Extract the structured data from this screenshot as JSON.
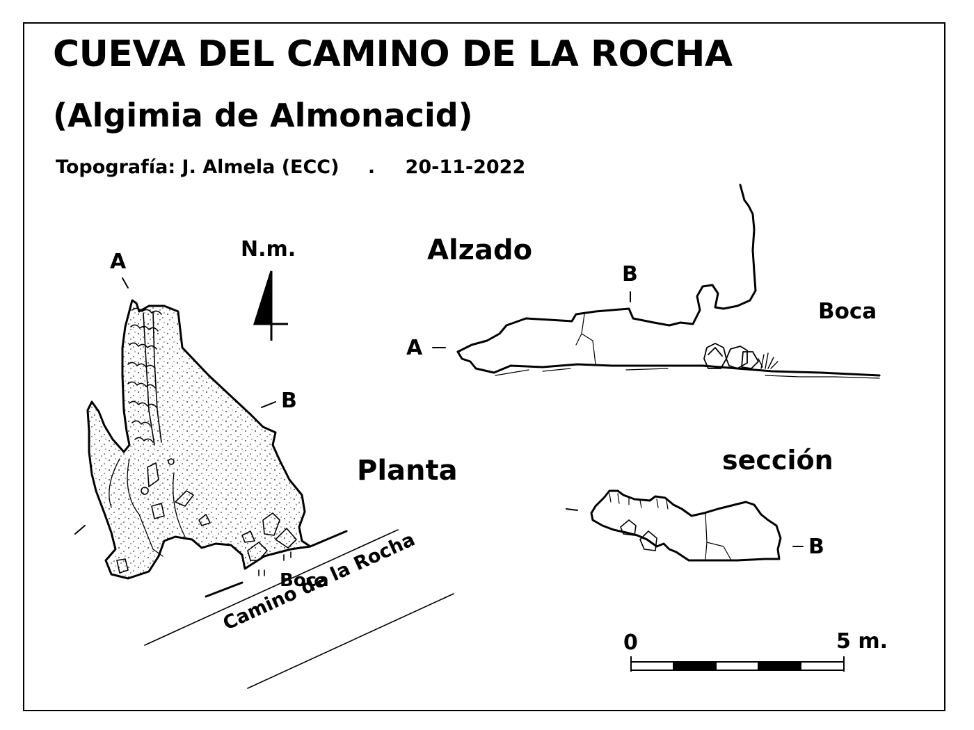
{
  "title": "CUEVA DEL CAMINO DE LA ROCHA",
  "subtitle": "(Algimia de Almonacid)",
  "credits": {
    "survey": "Topografía: J. Almela (ECC)",
    "separator": ".",
    "date": "20-11-2022"
  },
  "north": {
    "label": "N.m."
  },
  "plan": {
    "heading": "Planta",
    "point_a": "A",
    "point_b": "B",
    "entrance_label": "Boca",
    "road_label": "Camino de la Rocha"
  },
  "elevation": {
    "heading": "Alzado",
    "point_a": "A",
    "point_b": "B",
    "entrance_label": "Boca"
  },
  "section": {
    "heading": "sección",
    "point_b": "B"
  },
  "scale": {
    "start_label": "0",
    "end_label": "5 m."
  }
}
